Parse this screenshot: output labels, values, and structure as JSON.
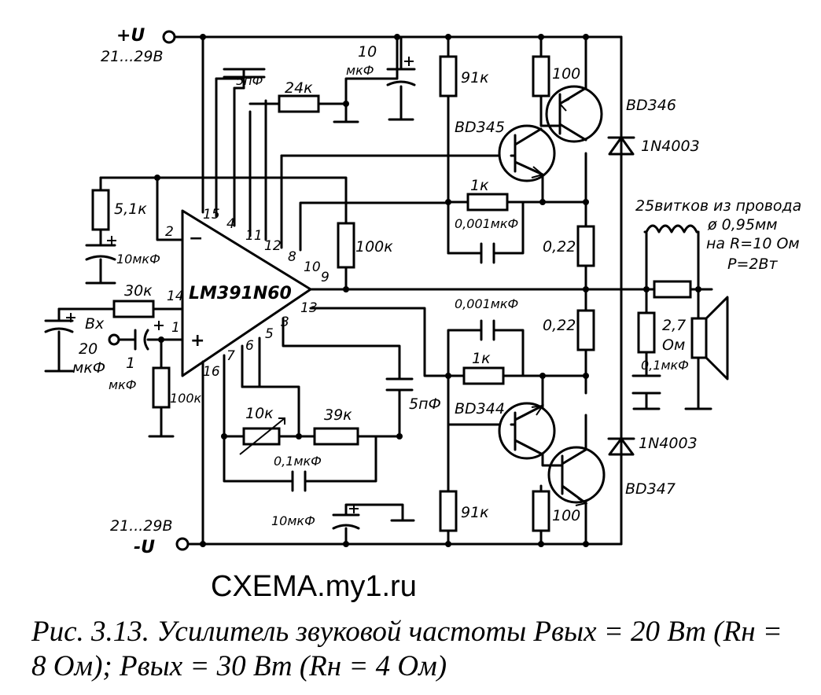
{
  "supply": {
    "pos_label": "+U",
    "pos_range": "21...29В",
    "neg_label": "-U",
    "neg_range": "21...29В"
  },
  "ic": {
    "name": "LM391N60",
    "minus_sign": "−",
    "plus_sign": "+",
    "pins": [
      "2",
      "15",
      "4",
      "11",
      "12",
      "8",
      "10",
      "9",
      "13",
      "3",
      "5",
      "6",
      "7",
      "16",
      "14",
      "1"
    ]
  },
  "input": {
    "label": "Вх"
  },
  "components": {
    "c_5pf_top": "5пФ",
    "r_24k": "24к",
    "c_10uf_top_a": "10",
    "c_10uf_top_b": "мкФ",
    "r_91k_top": "91к",
    "r_100_top": "100",
    "q_bd346": "BD346",
    "q_bd345": "BD345",
    "d_top": "1N4003",
    "r_5_1k": "5,1к",
    "c_10uf_left": "10мкФ",
    "r_1k_top": "1к",
    "c_0_001_top": "0,001мкФ",
    "r_022_top": "0,22",
    "r_100k_fb": "100к",
    "coil_1": "25витков из провода",
    "coil_2": "ø 0,95мм",
    "coil_3": "на R=10 Ом",
    "coil_4": "P=2Вт",
    "r_30k": "30к",
    "c_20uf_a": "20",
    "c_20uf_b": "мкФ",
    "c_1uf_a": "1",
    "c_1uf_b": "мкФ",
    "r_100k_in": "100к",
    "c_0_001_bot": "0,001мкФ",
    "r_022_bot": "0,22",
    "r_2_7_a": "2,7",
    "r_2_7_b": "Ом",
    "c_0_1_out": "0,1мкФ",
    "r_1k_bot": "1к",
    "c_5pf_bot": "5пФ",
    "q_bd344": "BD344",
    "r_10k_pot": "10к",
    "r_39k": "39к",
    "c_0_1_bot": "0,1мкФ",
    "d_bot": "1N4003",
    "q_bd347": "BD347",
    "c_10uf_bot": "10мкФ",
    "r_91k_bot": "91к",
    "r_100_bot": "100"
  },
  "watermark": "CXEMA.my1.ru",
  "caption": "Рис. 3.13. Усилитель звуковой частоты Pвых = 20 Вт (Rн = 8 Ом); Pвых = 30 Вт (Rн = 4 Ом)"
}
